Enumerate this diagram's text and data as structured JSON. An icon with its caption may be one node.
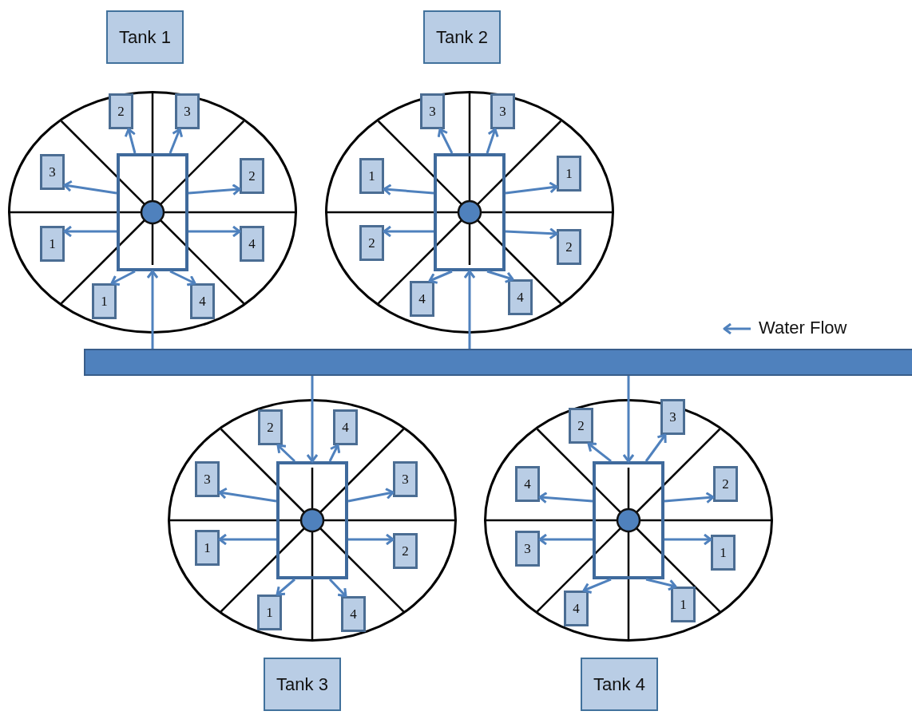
{
  "diagram": {
    "nodes": [
      {
        "text": [
          "Tank 1"
        ]
      },
      {
        "text": [
          "Tank 2"
        ]
      },
      {
        "text": [],
        "shape": "circle"
      },
      {
        "text": [],
        "shape": "box",
        "in": 2
      },
      {
        "text": [
          "2"
        ],
        "in": 2
      },
      {
        "text": [
          "3"
        ],
        "in": 2
      },
      {
        "text": [
          "3"
        ],
        "in": 2
      },
      {
        "text": [
          "2"
        ],
        "in": 2
      },
      {
        "text": [
          "1"
        ],
        "in": 2
      },
      {
        "text": [
          "4"
        ],
        "in": 2
      },
      {
        "text": [
          "1"
        ],
        "in": 2
      },
      {
        "text": [
          "4"
        ],
        "in": 2
      },
      {
        "text": [],
        "shape": "circle"
      },
      {
        "text": [],
        "shape": "box",
        "in": 12
      },
      {
        "text": [
          "3"
        ],
        "in": 12
      },
      {
        "text": [
          "3"
        ],
        "in": 12
      },
      {
        "text": [
          "1"
        ],
        "in": 12
      },
      {
        "text": [
          "1"
        ],
        "in": 12
      },
      {
        "text": [
          "2"
        ],
        "in": 12
      },
      {
        "text": [
          "2"
        ],
        "in": 12
      },
      {
        "text": [
          "4"
        ],
        "in": 12
      },
      {
        "text": [
          "4"
        ],
        "in": 12
      },
      {
        "text": [],
        "shape": "bar"
      },
      {
        "text": [],
        "shape": "circle"
      },
      {
        "text": [],
        "shape": "box",
        "in": 23
      },
      {
        "text": [
          "2"
        ],
        "in": 23
      },
      {
        "text": [
          "4"
        ],
        "in": 23
      },
      {
        "text": [
          "3"
        ],
        "in": 23
      },
      {
        "text": [
          "3"
        ],
        "in": 23
      },
      {
        "text": [
          "1"
        ],
        "in": 23
      },
      {
        "text": [
          "2"
        ],
        "in": 23
      },
      {
        "text": [
          "1"
        ],
        "in": 23
      },
      {
        "text": [
          "4"
        ],
        "in": 23
      },
      {
        "text": [],
        "shape": "circle"
      },
      {
        "text": [],
        "shape": "box",
        "in": 33
      },
      {
        "text": [
          "2"
        ],
        "in": 33
      },
      {
        "text": [
          "3"
        ],
        "in": 33
      },
      {
        "text": [
          "4"
        ],
        "in": 33
      },
      {
        "text": [
          "2"
        ],
        "in": 33
      },
      {
        "text": [
          "3"
        ],
        "in": 33
      },
      {
        "text": [
          "1"
        ],
        "in": 33
      },
      {
        "text": [
          "4"
        ],
        "in": 33
      },
      {
        "text": [
          "1"
        ],
        "in": 33
      },
      {
        "text": [
          "Tank 3"
        ]
      },
      {
        "text": [
          "Tank 4"
        ]
      }
    ],
    "edges": [
      {
        "from": 22,
        "to": 3,
        "arrow": "to"
      },
      {
        "from": 22,
        "to": 13,
        "arrow": "to"
      },
      {
        "from": 22,
        "to": 24,
        "arrow": "to"
      },
      {
        "from": 22,
        "to": 34,
        "arrow": "to"
      },
      {
        "from": 3,
        "to": 4,
        "arrow": "to"
      },
      {
        "from": 3,
        "to": 5,
        "arrow": "to"
      },
      {
        "from": 3,
        "to": 6,
        "arrow": "to"
      },
      {
        "from": 3,
        "to": 7,
        "arrow": "to"
      },
      {
        "from": 3,
        "to": 8,
        "arrow": "to"
      },
      {
        "from": 3,
        "to": 9,
        "arrow": "to"
      },
      {
        "from": 3,
        "to": 10,
        "arrow": "to"
      },
      {
        "from": 3,
        "to": 11,
        "arrow": "to"
      },
      {
        "from": 13,
        "to": 14,
        "arrow": "to"
      },
      {
        "from": 13,
        "to": 15,
        "arrow": "to"
      },
      {
        "from": 13,
        "to": 16,
        "arrow": "to"
      },
      {
        "from": 13,
        "to": 17,
        "arrow": "to"
      },
      {
        "from": 13,
        "to": 18,
        "arrow": "to"
      },
      {
        "from": 13,
        "to": 19,
        "arrow": "to"
      },
      {
        "from": 13,
        "to": 20,
        "arrow": "to"
      },
      {
        "from": 13,
        "to": 21,
        "arrow": "to"
      },
      {
        "from": 24,
        "to": 25,
        "arrow": "to"
      },
      {
        "from": 24,
        "to": 26,
        "arrow": "to"
      },
      {
        "from": 24,
        "to": 27,
        "arrow": "to"
      },
      {
        "from": 24,
        "to": 28,
        "arrow": "to"
      },
      {
        "from": 24,
        "to": 29,
        "arrow": "to"
      },
      {
        "from": 24,
        "to": 30,
        "arrow": "to"
      },
      {
        "from": 24,
        "to": 31,
        "arrow": "to"
      },
      {
        "from": 24,
        "to": 32,
        "arrow": "to"
      },
      {
        "from": 34,
        "to": 35,
        "arrow": "to"
      },
      {
        "from": 34,
        "to": 36,
        "arrow": "to"
      },
      {
        "from": 34,
        "to": 37,
        "arrow": "to"
      },
      {
        "from": 34,
        "to": 38,
        "arrow": "to"
      },
      {
        "from": 34,
        "to": 39,
        "arrow": "to"
      },
      {
        "from": 34,
        "to": 40,
        "arrow": "to"
      },
      {
        "from": 34,
        "to": 41,
        "arrow": "to"
      },
      {
        "from": 34,
        "to": 42,
        "arrow": "to"
      }
    ],
    "labels": [
      "Water Flow"
    ]
  }
}
